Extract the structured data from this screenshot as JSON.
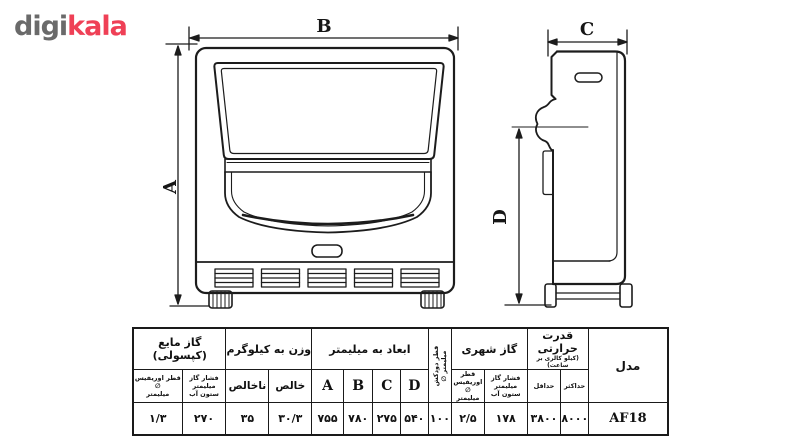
{
  "logo": {
    "part1": "digi",
    "part2": "kala"
  },
  "colors": {
    "brand_gray": "#6a6a6a",
    "brand_pink": "#ef4056",
    "table_red": "#e02525",
    "line": "#1c1c1c"
  },
  "diagram": {
    "front": {
      "width_label": "B",
      "height_label": "A"
    },
    "side": {
      "width_label": "C",
      "height_label": "D"
    }
  },
  "table": {
    "model": {
      "header": "مدل",
      "value": "AF18"
    },
    "thermal": {
      "title": "قدرت حرارتی",
      "subtitle": "(کیلو کالری بر ساعت)",
      "max_label": "حداکثر",
      "min_label": "حداقل",
      "max_value": "۸۰۰۰",
      "min_value": "۳۸۰۰"
    },
    "city_gas": {
      "title": "گاز شهری",
      "pressure_label": "فشار گاز\nمیلیمتر ستون آب",
      "orifice_label": "قطر اوریفیس ∅\nمیلیمتر",
      "pressure_value": "۱۷۸",
      "orifice_value": "۲/۵"
    },
    "chimney": {
      "label": "قطر دودکش\nمیلیمتر ∅",
      "value": "۱۰۰"
    },
    "dimensions": {
      "title": "ابعاد به میلیمتر",
      "a_label": "A",
      "b_label": "B",
      "c_label": "C",
      "d_label": "D",
      "a_value": "۷۵۵",
      "b_value": "۷۸۰",
      "c_value": "۲۷۵",
      "d_value": "۵۴۰"
    },
    "weight": {
      "title": "وزن به کیلوگرم",
      "net_label": "خالص",
      "gross_label": "ناخالص",
      "net_value": "۳۰/۳",
      "gross_value": "۳۵"
    },
    "lpg": {
      "title": "گاز مایع (کپسولی)",
      "pressure_label": "فشار گاز\nمیلیمتر ستون آب",
      "orifice_label": "قطر اوریفیس ∅\nمیلیمتر",
      "pressure_value": "۲۷۰",
      "orifice_value": "۱/۳"
    }
  }
}
